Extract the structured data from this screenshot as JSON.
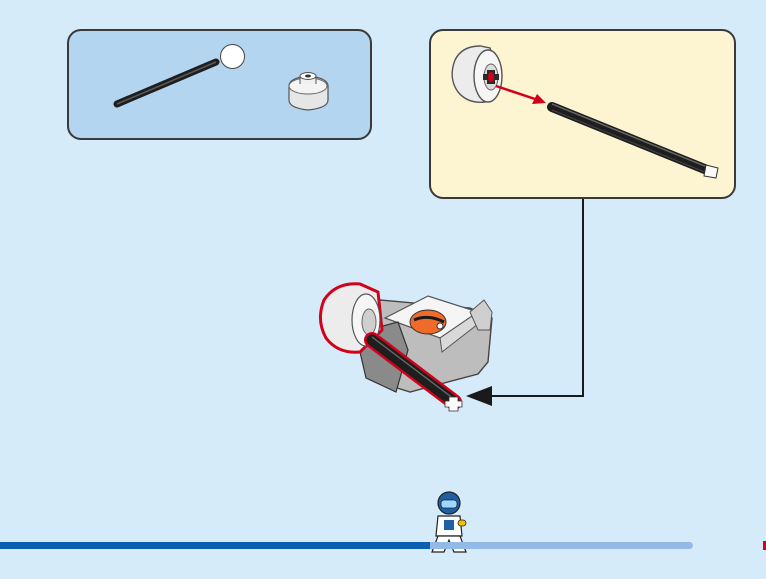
{
  "parts_panel": {
    "items": [
      {
        "part": "black-axle",
        "icon": "axle-icon"
      },
      {
        "part": "white-round-brick",
        "icon": "round-brick-icon"
      }
    ]
  },
  "zoom_panel": {
    "action": "insert-axle-into-round-brick"
  },
  "assembly": {
    "highlight_color": "#d0021b",
    "callout_arrow_color": "#1a1a1a"
  },
  "progress": {
    "fraction": 0.62,
    "fill_color": "#0b5fae",
    "track_color": "#93b9e6",
    "icon": "minifigure-icon"
  }
}
